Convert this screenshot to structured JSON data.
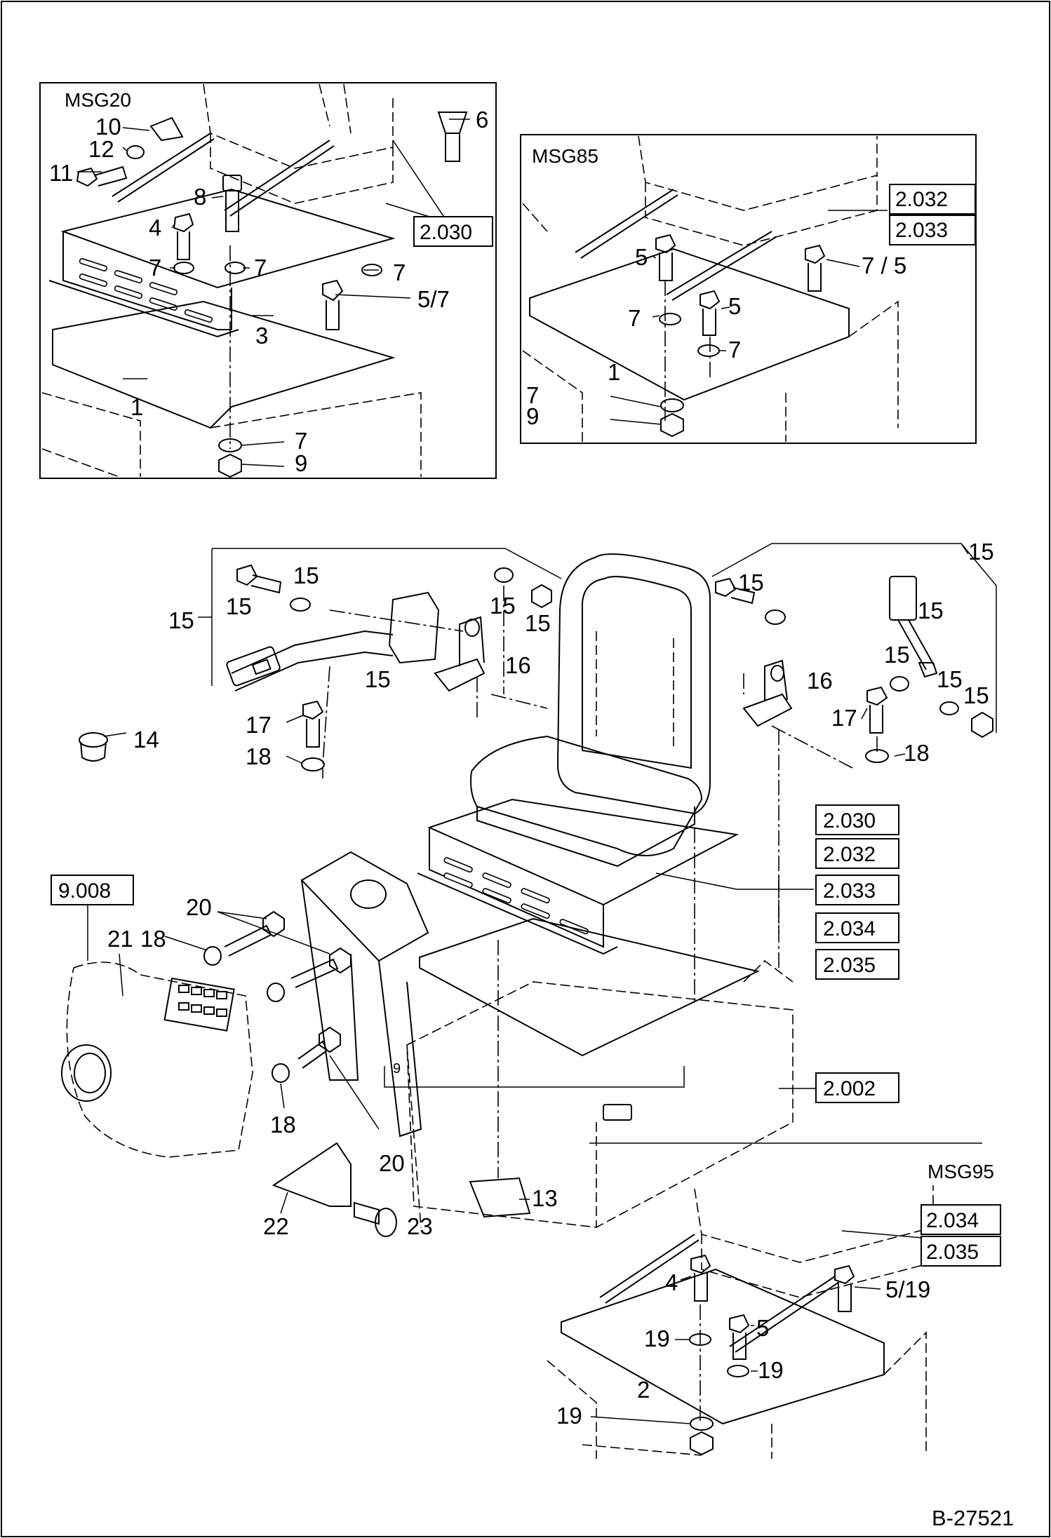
{
  "drawing_number": "B-27521",
  "insets": {
    "msg20": {
      "title": "MSG20",
      "callouts": [
        "10",
        "12",
        "11",
        "8",
        "4",
        "7",
        "7",
        "7",
        "3",
        "1",
        "7",
        "9",
        "6",
        "5/7"
      ],
      "ref_box": "2.030"
    },
    "msg85": {
      "title": "MSG85",
      "callouts": [
        "5",
        "7",
        "5",
        "7",
        "1",
        "7",
        "9",
        "7 / 5"
      ],
      "ref_boxes": [
        "2.032",
        "2.033"
      ]
    },
    "msg95": {
      "title": "MSG95",
      "callouts": [
        "4",
        "19",
        "5",
        "19",
        "2",
        "19",
        "5/19"
      ],
      "ref_boxes": [
        "2.034",
        "2.035"
      ]
    }
  },
  "main": {
    "seat_belt_group": {
      "left_callouts": [
        "15",
        "15",
        "15",
        "15",
        "15",
        "15",
        "16",
        "15"
      ],
      "right_callouts": [
        "15",
        "15",
        "15",
        "15",
        "16",
        "15",
        "15",
        "15"
      ],
      "lower_left_callouts": [
        "17",
        "18"
      ],
      "lower_right_callouts": [
        "17",
        "18"
      ]
    },
    "cap_callout": "14",
    "ref_boxes_right": [
      "2.030",
      "2.032",
      "2.033",
      "2.034",
      "2.035"
    ],
    "frame_ref": "2.002",
    "console_ref": "9.008",
    "console_callouts": [
      "21",
      "18",
      "20",
      "18",
      "20",
      "22",
      "23",
      "13",
      "9"
    ]
  }
}
